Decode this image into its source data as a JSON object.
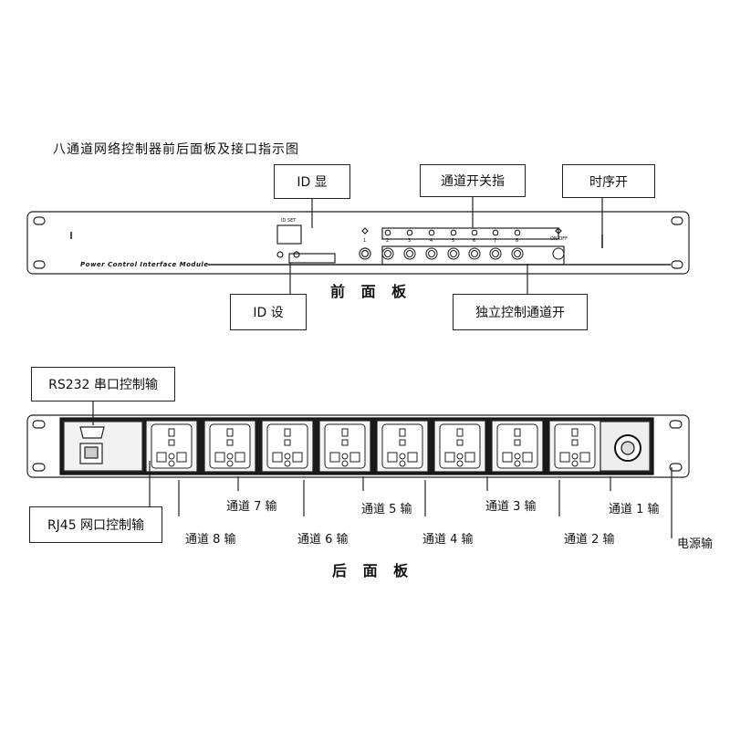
{
  "title": "八通道网络控制器前后面板及接口指示图",
  "front": {
    "caption": "前 面 板",
    "module_text": "Power Control Interface Module",
    "id_set_small": "ID SET",
    "on_off_small": "ON/OFF",
    "channel_numbers": [
      "1",
      "2",
      "3",
      "4",
      "5",
      "6",
      "7",
      "8"
    ],
    "callouts": {
      "id_display": "ID  显",
      "channel_indicator": "通道开关指",
      "sequence_on": "时序开",
      "id_set": "ID  设",
      "independent_control": "独立控制通道开"
    }
  },
  "rear": {
    "caption": "后 面 板",
    "callouts": {
      "rs232": "RS232  串口控制输",
      "rj45": "RJ45  网口控制输"
    },
    "channel_outputs": {
      "ch1": "通道 1 输",
      "ch2": "通道 2 输",
      "ch3": "通道 3 输",
      "ch4": "通道 4 输",
      "ch5": "通道 5 输",
      "ch6": "通道 6 输",
      "ch7": "通道 7 输",
      "ch8": "通道 8 输"
    },
    "power_input": "电源输"
  },
  "colors": {
    "line": "#222222",
    "panel": "#ffffff",
    "rear_panel_fill": "#1a1a1a"
  }
}
